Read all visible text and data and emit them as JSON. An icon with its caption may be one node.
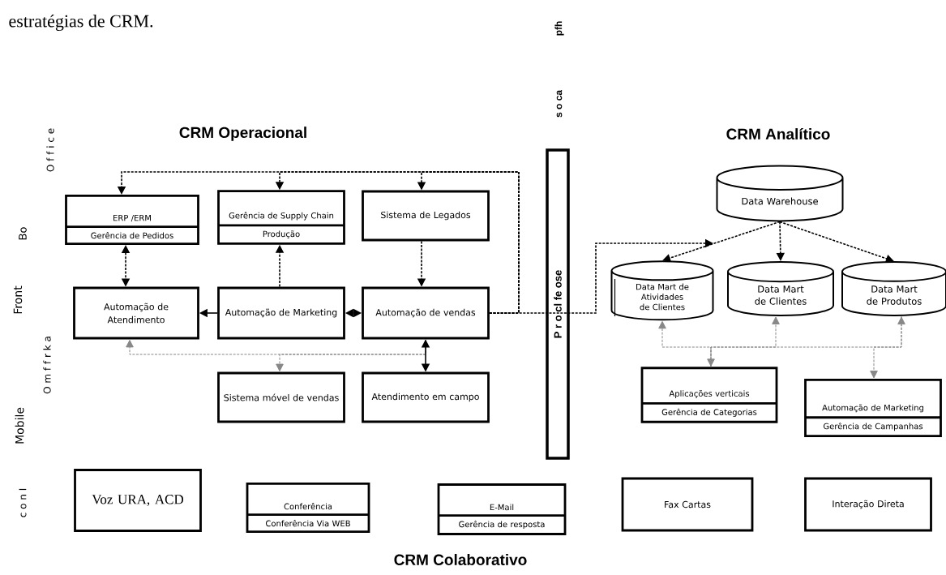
{
  "diagram": {
    "nodes": [
      {
        "text": [
          "ERP /ERM",
          "Gerência de Pedidos"
        ]
      },
      {
        "text": [
          "Gerência de Supply Chain",
          "Produção"
        ]
      },
      {
        "text": [
          "Sistema de Legados"
        ]
      },
      {
        "text": [
          "Automação de Atendimento"
        ]
      },
      {
        "text": [
          "Automação de Marketing"
        ]
      },
      {
        "text": [
          "Automação de vendas"
        ]
      },
      {
        "text": [
          "Sistema móvel de vendas"
        ]
      },
      {
        "text": [
          "Atendimento em campo"
        ]
      },
      {
        "text": [
          "P r o cl fe ose"
        ]
      },
      {
        "text": [
          "Data Warehouse"
        ]
      },
      {
        "text": [
          "Data Mart de Atividades de Clientes"
        ]
      },
      {
        "text": [
          "Data Mart de Clientes"
        ]
      },
      {
        "text": [
          "Data Mart de Produtos"
        ]
      },
      {
        "text": [
          "Aplicações verticais",
          "Gerência de Categorias"
        ]
      },
      {
        "text": [
          "Automação de Marketing",
          "Gerência de Campanhas"
        ]
      },
      {
        "text": [
          "Voz URA, ACD"
        ]
      },
      {
        "text": [
          "Conferência",
          "Conferência Via WEB"
        ]
      },
      {
        "text": [
          "E-Mail",
          "Gerência de resposta"
        ]
      },
      {
        "text": [
          "Fax Cartas"
        ]
      },
      {
        "text": [
          "Interação Direta"
        ]
      }
    ],
    "edges": [
      {
        "from": 5,
        "to": 0,
        "arrow": "to",
        "style": "dashed"
      },
      {
        "from": 5,
        "to": 1,
        "arrow": "to",
        "style": "dashed"
      },
      {
        "from": 5,
        "to": 2,
        "arrow": "to",
        "style": "dashed"
      },
      {
        "from": 5,
        "to": null,
        "arrow": "to",
        "style": "dashed"
      },
      {
        "from": 0,
        "to": 3,
        "arrow": "both",
        "style": "dashed"
      },
      {
        "from": 4,
        "to": 1,
        "arrow": "to",
        "style": "dashed"
      },
      {
        "from": 2,
        "to": 5,
        "arrow": "to",
        "style": "dashed"
      },
      {
        "from": 4,
        "to": 3,
        "arrow": "to"
      },
      {
        "from": 5,
        "to": 4,
        "arrow": "both"
      },
      {
        "from": 5,
        "to": 3,
        "arrow": "to",
        "style": "dashed",
        "color": "#888888"
      },
      {
        "from": 5,
        "to": 6,
        "arrow": "to",
        "style": "dashed",
        "color": "#888888"
      },
      {
        "from": 5,
        "to": 7,
        "arrow": "both"
      },
      {
        "from": 9,
        "to": 10,
        "arrow": "to",
        "style": "dashed"
      },
      {
        "from": 9,
        "to": 11,
        "arrow": "to",
        "style": "dashed"
      },
      {
        "from": 9,
        "to": 12,
        "arrow": "to",
        "style": "dashed"
      },
      {
        "from": 10,
        "to": 13,
        "arrow": "both",
        "style": "dashed",
        "color": "#888888"
      },
      {
        "from": 13,
        "to": 11,
        "arrow": "to",
        "style": "dashed",
        "color": "#888888"
      },
      {
        "from": 13,
        "to": 12,
        "arrow": "to",
        "style": "dashed",
        "color": "#888888"
      },
      {
        "from": 12,
        "to": 14,
        "arrow": "to",
        "style": "dashed",
        "color": "#888888"
      }
    ],
    "labels": [
      "estratégias de CRM.",
      "CRM Operacional",
      "CRM Analítico",
      "CRM Colaborativo",
      "pfh",
      "s o ca",
      "O f f i c e",
      "Bo",
      "Front",
      "O m f f r k a",
      "Mobile",
      "c o n I"
    ]
  }
}
